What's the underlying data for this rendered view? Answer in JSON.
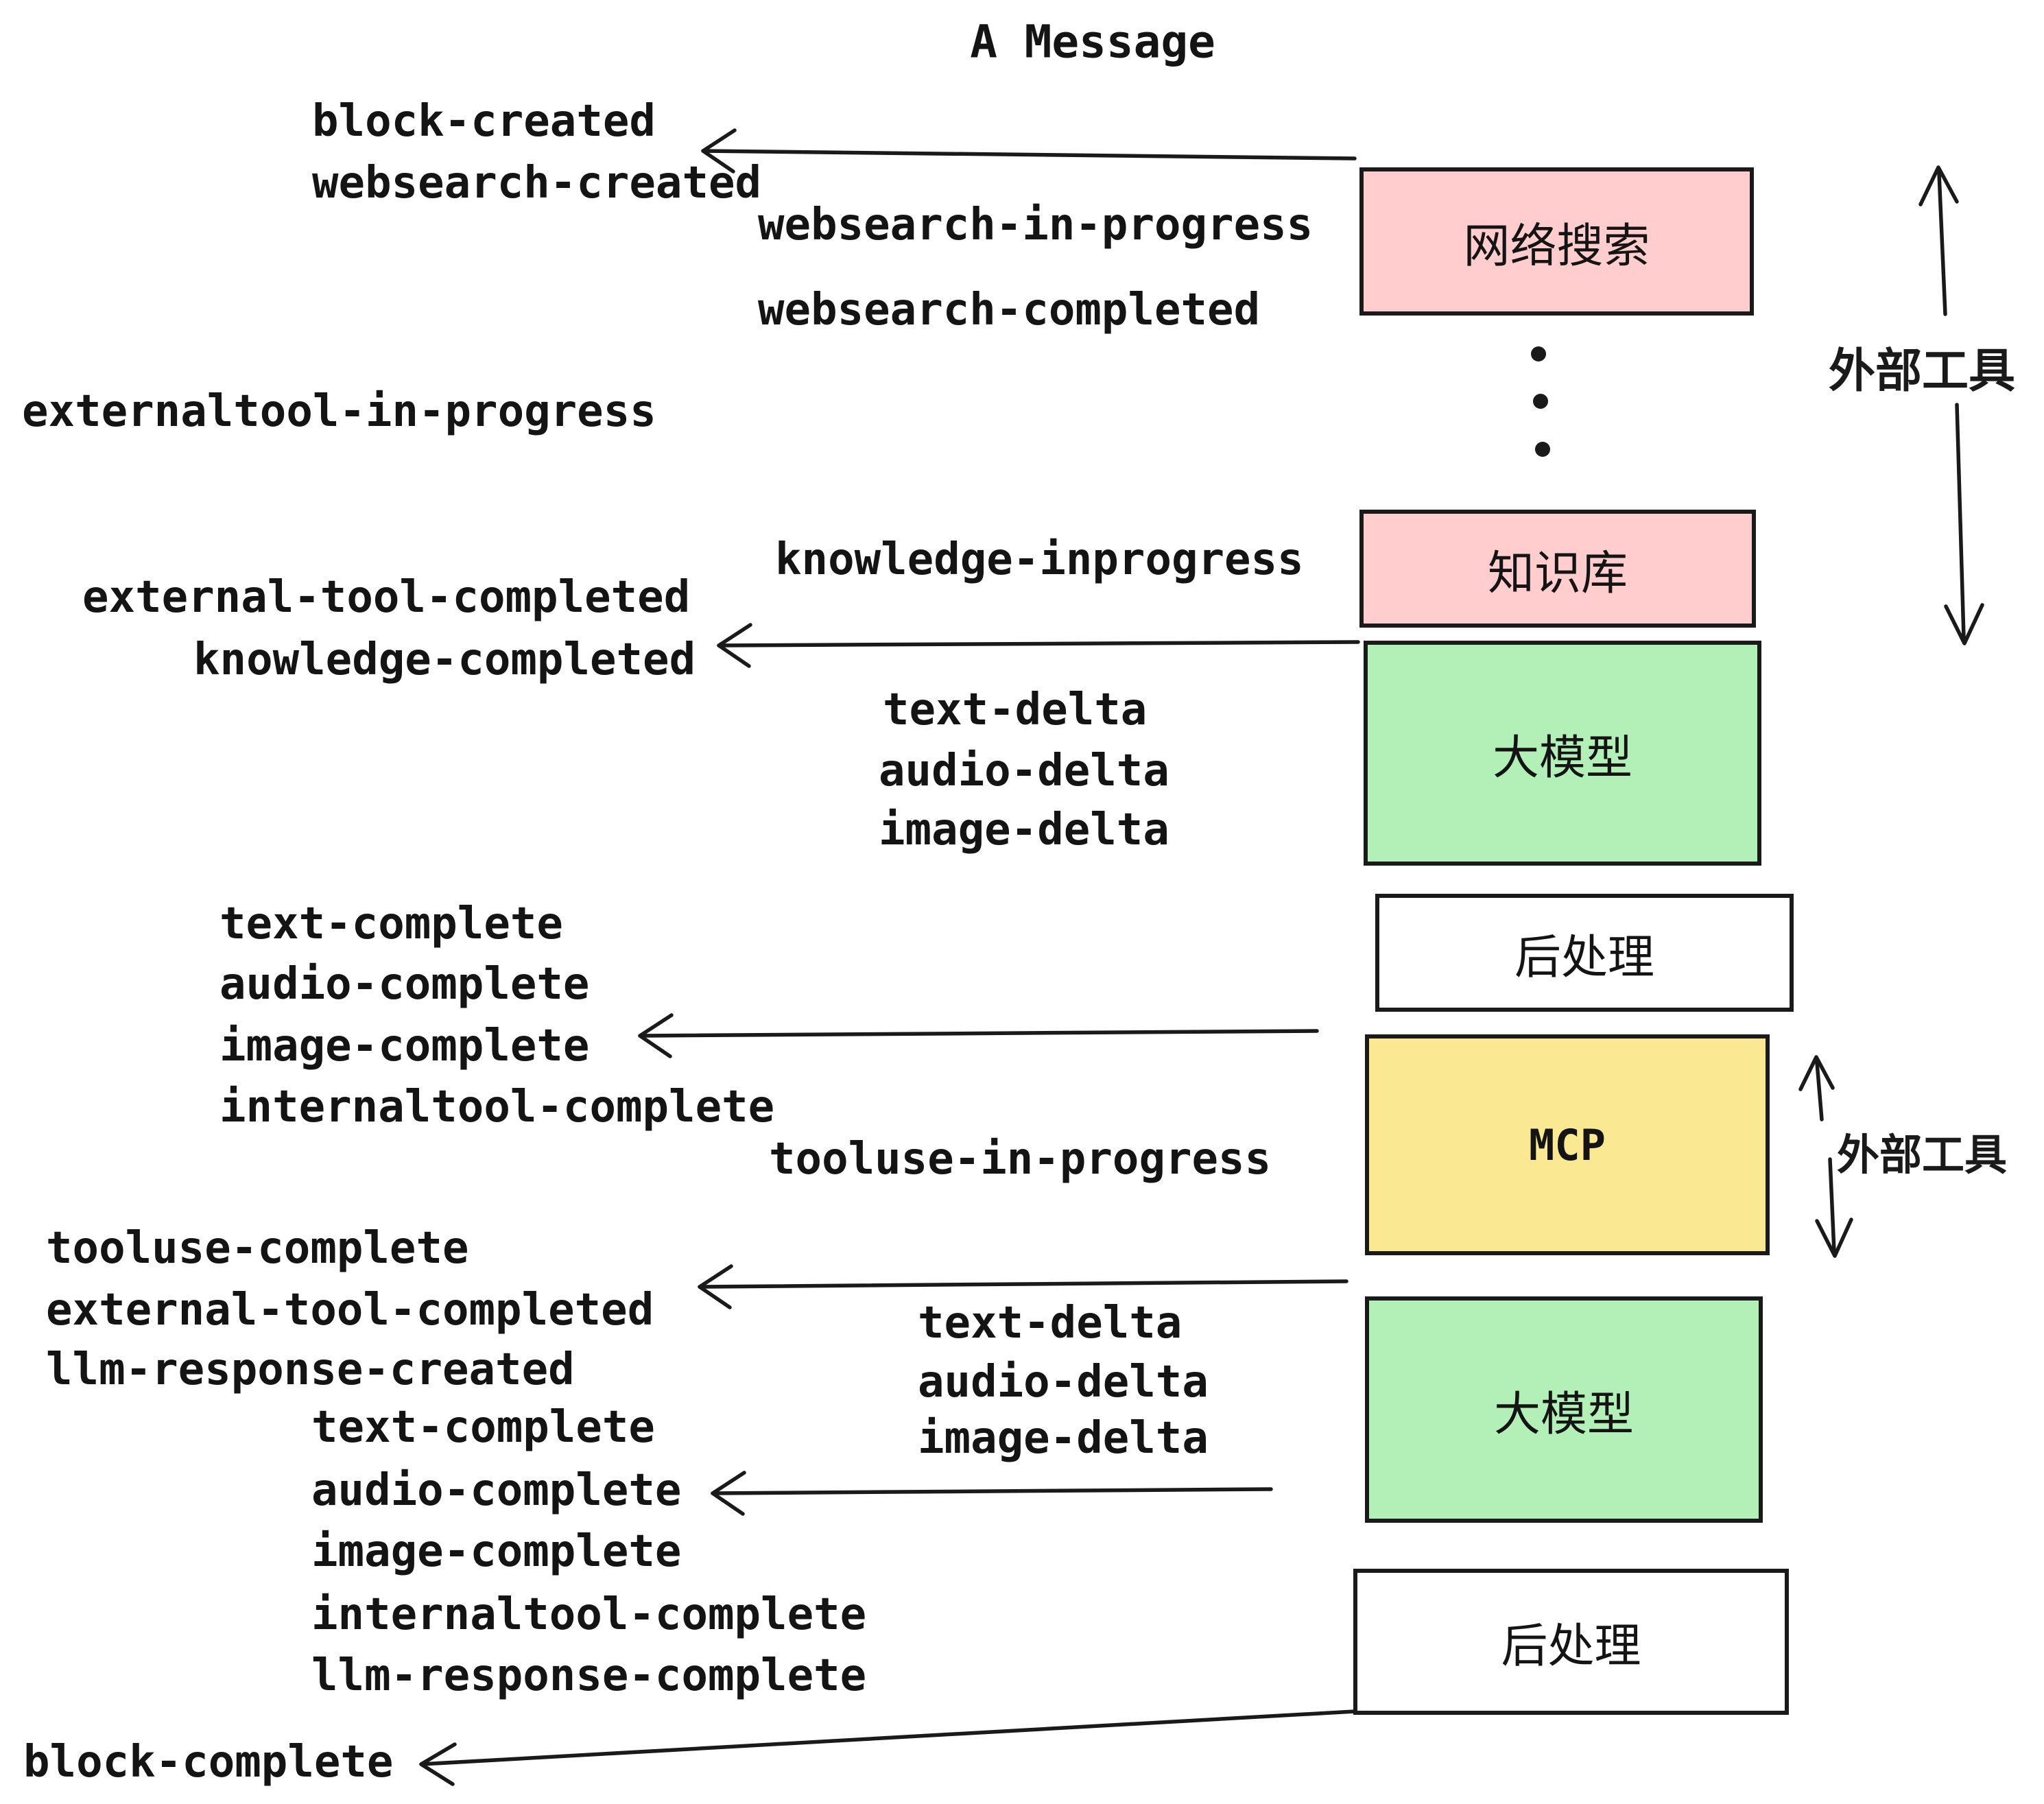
{
  "title": "A Message",
  "colors": {
    "pink": "#ffcdcd",
    "green": "#b2f0b7",
    "yellow": "#fae992",
    "box_border": "#1a1a1a",
    "text": "#141414",
    "background": "#ffffff"
  },
  "boxes": [
    {
      "id": "web-search",
      "label": "网络搜索",
      "fill": "pink"
    },
    {
      "id": "knowledge-base",
      "label": "知识库",
      "fill": "pink"
    },
    {
      "id": "llm-top",
      "label": "大模型",
      "fill": "green"
    },
    {
      "id": "post-process-top",
      "label": "后处理",
      "fill": "white"
    },
    {
      "id": "mcp",
      "label": "MCP",
      "fill": "yellow"
    },
    {
      "id": "llm-bottom",
      "label": "大模型",
      "fill": "green"
    },
    {
      "id": "post-process-bottom",
      "label": "后处理",
      "fill": "white"
    }
  ],
  "side_labels": [
    {
      "id": "external-tools-top",
      "label": "外部工具"
    },
    {
      "id": "external-tools-bottom",
      "label": "外部工具"
    }
  ],
  "events": [
    {
      "text": "block-created"
    },
    {
      "text": "websearch-created"
    },
    {
      "text": "websearch-in-progress"
    },
    {
      "text": "websearch-completed"
    },
    {
      "text": "externaltool-in-progress"
    },
    {
      "text": "knowledge-inprogress"
    },
    {
      "text": "external-tool-completed"
    },
    {
      "text": "knowledge-completed"
    },
    {
      "text": "text-delta"
    },
    {
      "text": "audio-delta"
    },
    {
      "text": "image-delta"
    },
    {
      "text": "text-complete"
    },
    {
      "text": "audio-complete"
    },
    {
      "text": "image-complete"
    },
    {
      "text": "internaltool-complete"
    },
    {
      "text": "tooluse-in-progress"
    },
    {
      "text": "tooluse-complete"
    },
    {
      "text": "external-tool-completed"
    },
    {
      "text": "llm-response-created"
    },
    {
      "text": "text-delta"
    },
    {
      "text": "audio-delta"
    },
    {
      "text": "image-delta"
    },
    {
      "text": "text-complete"
    },
    {
      "text": "audio-complete"
    },
    {
      "text": "image-complete"
    },
    {
      "text": "internaltool-complete"
    },
    {
      "text": "llm-response-complete"
    },
    {
      "text": "block-complete"
    }
  ]
}
